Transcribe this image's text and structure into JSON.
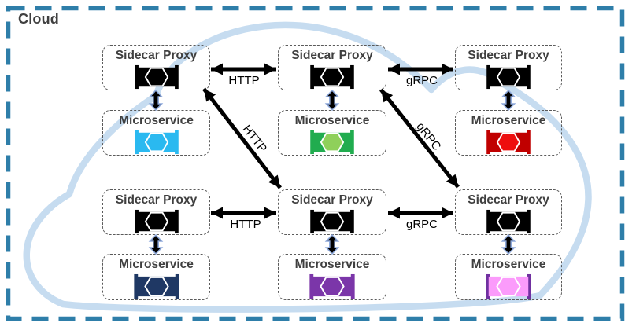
{
  "cloud_label": "Cloud",
  "colors": {
    "outer_border": "#2e7ea9",
    "cloud_outline": "#c6dcf0",
    "box_border": "#5a5a5a",
    "box_label_text": "#3f3f3f",
    "arrow": "#000000",
    "proxy_micro_arrow_fill": "#000000",
    "proxy_micro_arrow_outline": "#8faadc",
    "proxy_icon_color": "#000000",
    "icon_hex_outline": "#ffffff"
  },
  "groups": [
    {
      "position": "top-left",
      "proxy_label": "Sidecar Proxy",
      "micro_label": "Microservice",
      "micro_icon": {
        "name": "microservice-icon-cyan",
        "body": "#2ab9f0",
        "caps": "#2ab9f0",
        "hex_fill": "none"
      }
    },
    {
      "position": "top-middle",
      "proxy_label": "Sidecar Proxy",
      "micro_label": "Microservice",
      "micro_icon": {
        "name": "microservice-icon-green",
        "body": "#21ac4f",
        "caps": "#21ac4f",
        "hex_fill": "#8fd05a"
      }
    },
    {
      "position": "top-right",
      "proxy_label": "Sidecar Proxy",
      "micro_label": "Microservice",
      "micro_icon": {
        "name": "microservice-icon-red",
        "body": "#c00000",
        "caps": "#c00000",
        "hex_fill": "#ee0e0e"
      }
    },
    {
      "position": "bottom-left",
      "proxy_label": "Sidecar Proxy",
      "micro_label": "Microservice",
      "micro_icon": {
        "name": "microservice-icon-navy",
        "body": "#1f3864",
        "caps": "#1f3864",
        "hex_fill": "none"
      }
    },
    {
      "position": "bottom-middle",
      "proxy_label": "Sidecar Proxy",
      "micro_label": "Microservice",
      "micro_icon": {
        "name": "microservice-icon-purple",
        "body": "#7b36a9",
        "caps": "#7b36a9",
        "hex_fill": "none"
      }
    },
    {
      "position": "bottom-right",
      "proxy_label": "Sidecar Proxy",
      "micro_label": "Microservice",
      "micro_icon": {
        "name": "microservice-icon-pink",
        "body": "#fb9bfb",
        "caps": "#7030a0",
        "hex_fill": "none"
      }
    }
  ],
  "links": [
    {
      "id": "http-top",
      "label": "HTTP"
    },
    {
      "id": "grpc-top",
      "label": "gRPC"
    },
    {
      "id": "http-bottom",
      "label": "HTTP"
    },
    {
      "id": "grpc-bottom",
      "label": "gRPC"
    },
    {
      "id": "http-diagonal",
      "label": "HTTP"
    },
    {
      "id": "grpc-diagonal",
      "label": "gRPC"
    }
  ]
}
